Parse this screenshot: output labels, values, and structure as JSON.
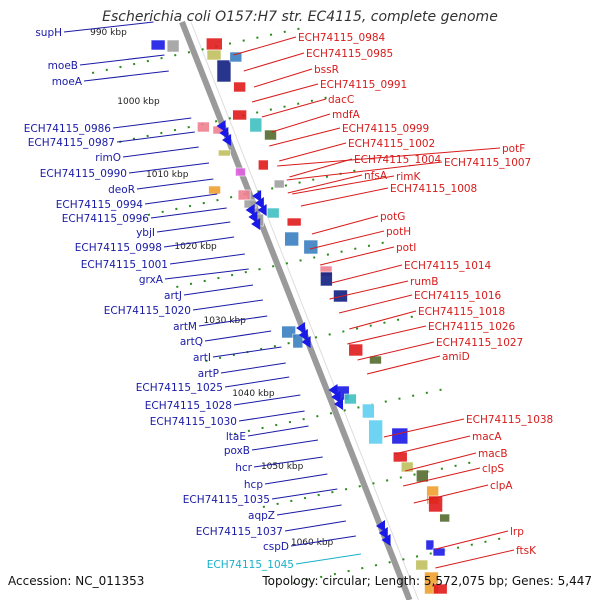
{
  "title": "Escherichia coli O157:H7 str. EC4115, complete genome",
  "footer": {
    "accession": "Accession: NC_011353",
    "topology": "Topology: circular; Length: 5,572,075 bp; Genes: 5,447"
  },
  "kbp_labels": [
    "990 kbp",
    "1000 kbp",
    "1010 kbp",
    "1020 kbp",
    "1030 kbp",
    "1040 kbp",
    "1050 kbp",
    "1060 kbp"
  ],
  "left_genes": [
    "supH",
    "moeB",
    "moeA",
    "ECH74115_0986",
    "ECH74115_0987",
    "rimO",
    "ECH74115_0990",
    "deoR",
    "ECH74115_0994",
    "ECH74115_0996",
    "ybjI",
    "ECH74115_0998",
    "ECH74115_1001",
    "grxA",
    "artJ",
    "ECH74115_1020",
    "artM",
    "artQ",
    "artI",
    "artP",
    "ECH74115_1025",
    "ECH74115_1028",
    "ECH74115_1030",
    "ltaE",
    "poxB",
    "hcr",
    "hcp",
    "ECH74115_1035",
    "aqpZ",
    "ECH74115_1037",
    "cspD",
    "ECH74115_1045"
  ],
  "right_genes": [
    "ECH74115_0984",
    "ECH74115_0985",
    "bssR",
    "ECH74115_0991",
    "dacC",
    "mdfA",
    "ECH74115_0999",
    "ECH74115_1002",
    "ECH74115_1004",
    "nfsA",
    "rimK",
    "ECH74115_1008",
    "potF",
    "ECH74115_1007",
    "potG",
    "potH",
    "potI",
    "ECH74115_1014",
    "rumB",
    "ECH74115_1016",
    "ECH74115_1018",
    "ECH74115_1026",
    "ECH74115_1027",
    "amiD",
    "ECH74115_1038",
    "macA",
    "macB",
    "clpS",
    "clpA",
    "lrp",
    "ftsK"
  ],
  "colors": {
    "left_label": "#1a1aa6",
    "right_label": "#d81b1b",
    "highlight_label": "#1ab0c8",
    "backbone": "#9a9a9a",
    "tick_dots": "#2a8a1a"
  }
}
